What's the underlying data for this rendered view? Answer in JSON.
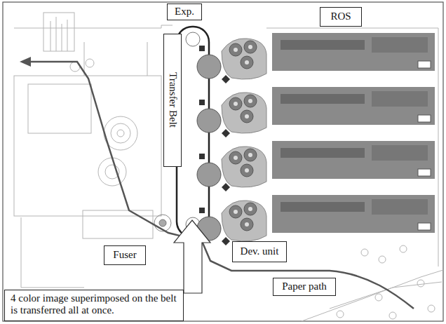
{
  "diagram": {
    "nodes": [
      {
        "text": [
          "Exp."
        ]
      },
      {
        "text": [
          "ROS"
        ]
      },
      {
        "text": [
          "Transfer Belt"
        ]
      },
      {
        "text": [
          "Fuser"
        ]
      },
      {
        "text": [
          "Dev. unit"
        ]
      },
      {
        "text": [
          "Paper path"
        ]
      },
      {
        "text": [
          "4 color image superimposed on the belt is transferred all at once."
        ]
      }
    ]
  }
}
